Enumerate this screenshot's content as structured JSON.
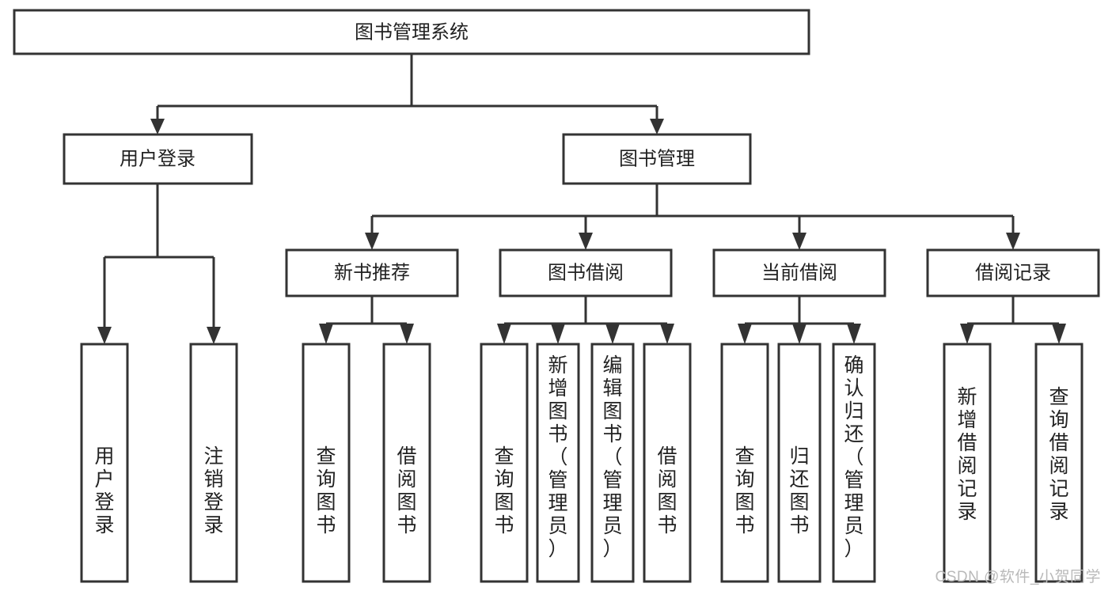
{
  "diagram": {
    "title": "图书管理系统",
    "type": "tree",
    "watermark": "CSDN @软件_小贺同学",
    "colors": {
      "stroke": "#333333",
      "fill": "#ffffff",
      "text": "#222222",
      "watermark": "#b9b9b9",
      "background": "#ffffff"
    },
    "levels": {
      "root": {
        "label": "图书管理系统"
      },
      "level2": [
        {
          "label": "用户登录"
        },
        {
          "label": "图书管理"
        }
      ],
      "level3": [
        {
          "label": "新书推荐"
        },
        {
          "label": "图书借阅"
        },
        {
          "label": "当前借阅"
        },
        {
          "label": "借阅记录"
        }
      ]
    },
    "nodes": {
      "root": "图书管理系统",
      "n_user_login": "用户登录",
      "n_book_mgmt": "图书管理",
      "n_new_book_rec": "新书推荐",
      "n_book_borrow": "图书借阅",
      "n_current_borrow": "当前借阅",
      "n_borrow_record": "借阅记录",
      "leaf_user_login": "用户登录",
      "leaf_logout": "注销登录",
      "leaf_rec_query": "查询图书",
      "leaf_rec_borrow": "借阅图书",
      "leaf_bor_query": "查询图书",
      "leaf_bor_add": "新增图书（管理员）",
      "leaf_bor_edit": "编辑图书（管理员）",
      "leaf_bor_borrow": "借阅图书",
      "leaf_cur_query": "查询图书",
      "leaf_cur_return": "归还图书",
      "leaf_cur_confirm": "确认归还（管理员）",
      "leaf_rec_add": "新增借阅记录",
      "leaf_rec_search": "查询借阅记录"
    },
    "leaf_lines": {
      "leaf_user_login": [
        "用户",
        "登录"
      ],
      "leaf_logout": [
        "注销",
        "登录"
      ],
      "leaf_rec_query": [
        "查询",
        "图书"
      ],
      "leaf_rec_borrow": [
        "借阅",
        "图书"
      ],
      "leaf_bor_query": [
        "查询",
        "图书"
      ],
      "leaf_bor_add": [
        "新增图书",
        "（管理员）"
      ],
      "leaf_bor_edit": [
        "编辑图书",
        "（管理员）"
      ],
      "leaf_bor_borrow": [
        "借阅",
        "图书"
      ],
      "leaf_cur_query": [
        "查询",
        "图书"
      ],
      "leaf_cur_return": [
        "归还",
        "图书"
      ],
      "leaf_cur_confirm": [
        "确认归还",
        "（管理员）"
      ],
      "leaf_rec_add": [
        "新增借阅",
        "记录"
      ],
      "leaf_rec_search": [
        "查询借阅",
        "记录"
      ]
    },
    "edges": [
      {
        "from": "图书管理系统",
        "to": "用户登录"
      },
      {
        "from": "图书管理系统",
        "to": "图书管理"
      },
      {
        "from": "用户登录",
        "to": "用户登录"
      },
      {
        "from": "用户登录",
        "to": "注销登录"
      },
      {
        "from": "图书管理",
        "to": "新书推荐"
      },
      {
        "from": "图书管理",
        "to": "图书借阅"
      },
      {
        "from": "图书管理",
        "to": "当前借阅"
      },
      {
        "from": "图书管理",
        "to": "借阅记录"
      },
      {
        "from": "新书推荐",
        "to": "查询图书"
      },
      {
        "from": "新书推荐",
        "to": "借阅图书"
      },
      {
        "from": "图书借阅",
        "to": "查询图书"
      },
      {
        "from": "图书借阅",
        "to": "新增图书（管理员）"
      },
      {
        "from": "图书借阅",
        "to": "编辑图书（管理员）"
      },
      {
        "from": "图书借阅",
        "to": "借阅图书"
      },
      {
        "from": "当前借阅",
        "to": "查询图书"
      },
      {
        "from": "当前借阅",
        "to": "归还图书"
      },
      {
        "from": "当前借阅",
        "to": "确认归还（管理员）"
      },
      {
        "from": "借阅记录",
        "to": "新增借阅记录"
      },
      {
        "from": "借阅记录",
        "to": "查询借阅记录"
      }
    ]
  }
}
